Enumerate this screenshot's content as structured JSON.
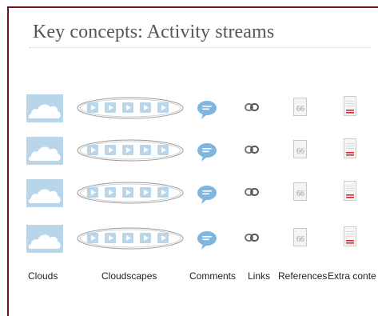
{
  "slide": {
    "title": "Key concepts: Activity streams",
    "accent_color": "#6b1316"
  },
  "rows": [
    {
      "cloud_icon": "cloud-icon",
      "cloudscape_icon": "cloudscape-icon",
      "comment_icon": "speech-bubble-icon",
      "link_icon": "chain-link-icon",
      "reference_icon": "quote-document-icon",
      "extra_icon": "document-red-lines-icon"
    },
    {
      "cloud_icon": "cloud-icon",
      "cloudscape_icon": "cloudscape-icon",
      "comment_icon": "speech-bubble-icon",
      "link_icon": "chain-link-icon",
      "reference_icon": "quote-document-icon",
      "extra_icon": "document-red-lines-icon"
    },
    {
      "cloud_icon": "cloud-icon",
      "cloudscape_icon": "cloudscape-icon",
      "comment_icon": "speech-bubble-icon",
      "link_icon": "chain-link-icon",
      "reference_icon": "quote-document-icon",
      "extra_icon": "document-red-lines-icon"
    },
    {
      "cloud_icon": "cloud-icon",
      "cloudscape_icon": "cloudscape-icon",
      "comment_icon": "speech-bubble-icon",
      "link_icon": "chain-link-icon",
      "reference_icon": "quote-document-icon",
      "extra_icon": "document-red-lines-icon"
    }
  ],
  "labels": {
    "clouds": "Clouds",
    "cloudscapes": "Cloudscapes",
    "comments": "Comments",
    "links": "Links",
    "references": "References",
    "extra_content": "Extra conte"
  },
  "colors": {
    "cloud_tile": "#b8d5ea",
    "comment_bubble": "#7fb6e0",
    "extra_lines": "#d8282d",
    "link_gray": "#777777"
  }
}
